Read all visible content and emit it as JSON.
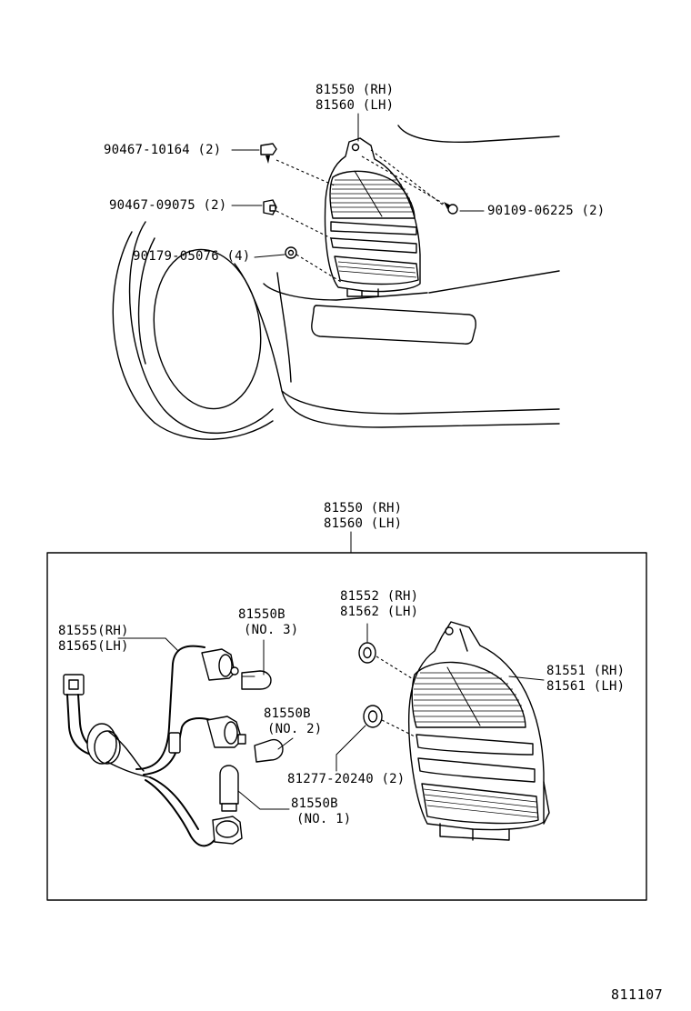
{
  "diagram": {
    "figure_number": "811107",
    "upper_view": {
      "assembly_label": {
        "line1": "81550 (RH)",
        "line2": "81560 (LH)"
      },
      "parts": [
        {
          "id": "screw-a",
          "label": "90467-10164 (2)"
        },
        {
          "id": "clip-b",
          "label": "90467-09075 (2)"
        },
        {
          "id": "nut-c",
          "label": "90179-05076 (4)"
        },
        {
          "id": "screw-d",
          "label": "90109-06225 (2)"
        }
      ]
    },
    "lower_view": {
      "assembly_label": {
        "line1": "81550 (RH)",
        "line2": "81560 (LH)"
      },
      "parts": [
        {
          "id": "socket-wire",
          "line1": "81555(RH)",
          "line2": "81565(LH)"
        },
        {
          "id": "bulb-no3",
          "line1": "81550B",
          "line2": "(NO. 3)"
        },
        {
          "id": "bulb-no2",
          "line1": "81550B",
          "line2": "(NO. 2)"
        },
        {
          "id": "bulb-no1",
          "line1": "81550B",
          "line2": "(NO. 1)"
        },
        {
          "id": "gasket",
          "line1": "81552 (RH)",
          "line2": "81562 (LH)"
        },
        {
          "id": "lens-body",
          "line1": "81551 (RH)",
          "line2": "81561 (LH)"
        },
        {
          "id": "grommet",
          "line1": "81277-20240 (2)"
        }
      ]
    }
  }
}
